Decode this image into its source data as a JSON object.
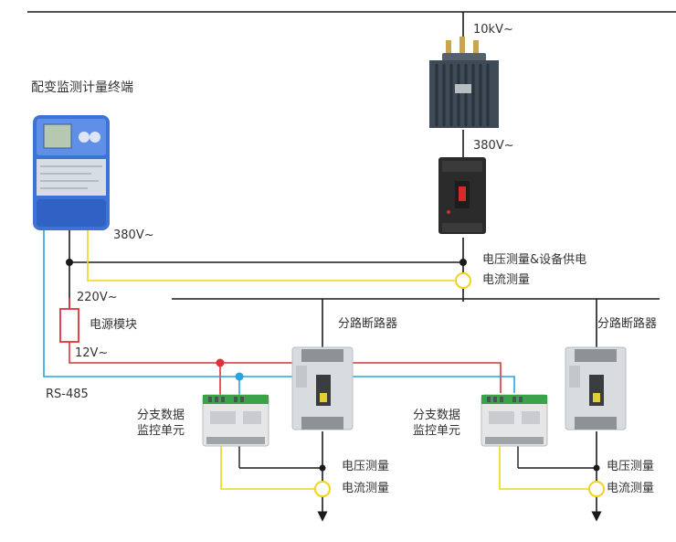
{
  "labels": {
    "hv_supply": "10kV~",
    "lv_supply": "380V~",
    "terminal_title": "配变监测计量终端",
    "terminal_supply": "380V~",
    "voltage_power": "电压测量&设备供电",
    "current_main": "电流测量",
    "supply_220": "220V~",
    "power_module": "电源模块",
    "supply_12": "12V~",
    "rs485": "RS-485",
    "branch_breaker_1": "分路断路器",
    "branch_breaker_2": "分路断路器",
    "branch_unit_1": [
      "分支数据",
      "监控单元"
    ],
    "branch_unit_2": [
      "分支数据",
      "监控单元"
    ],
    "voltage_1": "电压测量",
    "current_1": "电流测量",
    "voltage_2": "电压测量",
    "current_2": "电流测量"
  },
  "colors": {
    "bus": "#1a1a1a",
    "power_wire": "#e0303a",
    "rs485_wire": "#29a3dc",
    "sense_wire": "#f2d21b",
    "terminal_body": "#3d73d6",
    "transformer": "#3e4a55",
    "breaker_dark": "#2b2b2b",
    "breaker_light": "#d9dcdf",
    "module_body": "#e4e6e7"
  }
}
